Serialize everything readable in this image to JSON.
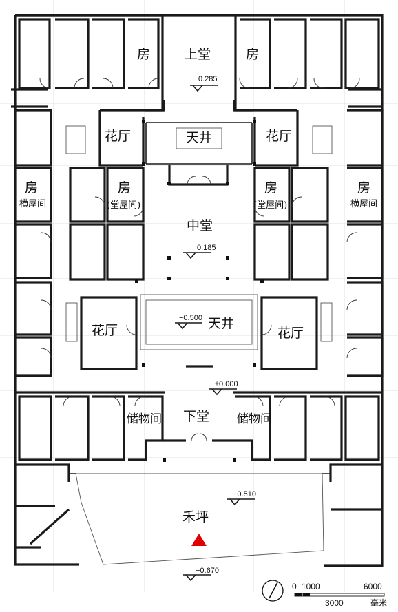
{
  "rooms": {
    "fang": "房",
    "upper_hall": "上堂",
    "middle_hall": "中堂",
    "lower_hall": "下堂",
    "courtyard": "天井",
    "flower_hall": "花厅",
    "side_row": "横屋间",
    "hall_row": "(堂屋间)",
    "storage": "储物间",
    "threshing_floor": "禾坪"
  },
  "levels": {
    "upper": "0.285",
    "middle": "0.185",
    "courtyard": "−0.500",
    "entrance": "±0.000",
    "floor": "−0.510",
    "outer": "−0.670"
  },
  "scale": {
    "ticks": [
      "0",
      "1000",
      "6000"
    ],
    "mid_label": "3000",
    "unit": "毫米"
  },
  "colors": {
    "marker": "#e00000",
    "walls": "#1a1a1a"
  },
  "icons": [
    "north-arrow-icon",
    "entrance-triangle-icon"
  ]
}
